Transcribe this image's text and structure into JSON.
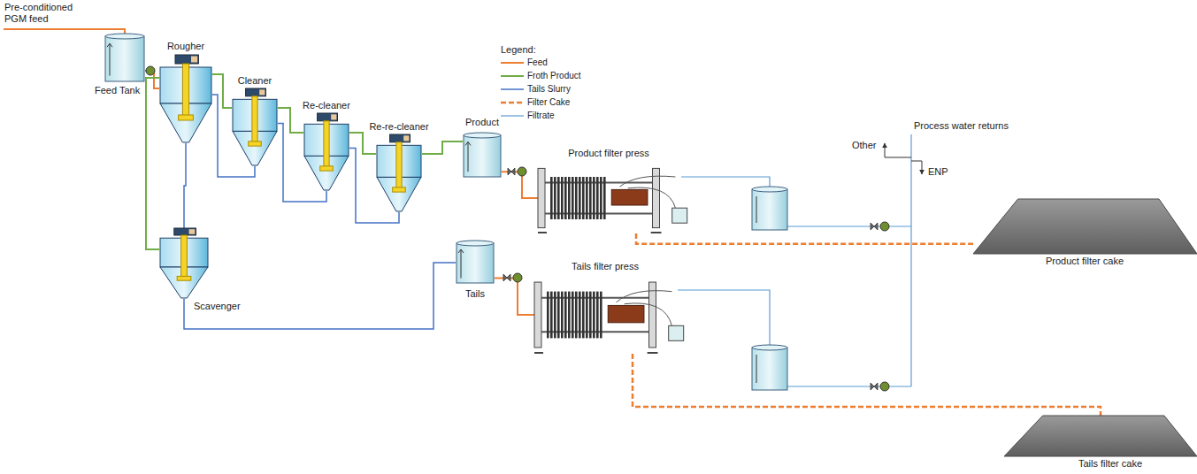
{
  "diagram": {
    "nodes": [
      {
        "text": [
          "Feed Tank"
        ]
      },
      {
        "text": [
          "Rougher"
        ]
      },
      {
        "text": [
          "Cleaner"
        ]
      },
      {
        "text": [
          "Re-cleaner"
        ]
      },
      {
        "text": [
          "Re-re-cleaner"
        ]
      },
      {
        "text": [
          "Product"
        ]
      },
      {
        "text": [
          "Scavenger"
        ]
      },
      {
        "text": [
          "Tails"
        ]
      },
      {
        "text": [
          "Product filter press"
        ]
      },
      {
        "text": [
          "Tails filter press"
        ]
      },
      {
        "text": [
          "Product filter cake"
        ]
      },
      {
        "text": [
          "Tails filter cake"
        ]
      }
    ],
    "edges": [
      {
        "from": 0,
        "to": 1,
        "arrow": "none"
      },
      {
        "from": 1,
        "to": 2,
        "arrow": "none"
      },
      {
        "from": 2,
        "to": 3,
        "arrow": "none"
      },
      {
        "from": 3,
        "to": 4,
        "arrow": "none"
      },
      {
        "from": 4,
        "to": 5,
        "arrow": "none"
      },
      {
        "from": 1,
        "to": 6,
        "arrow": "none"
      },
      {
        "from": 6,
        "to": 1,
        "arrow": "none"
      },
      {
        "from": 2,
        "to": 1,
        "arrow": "none"
      },
      {
        "from": 3,
        "to": 2,
        "arrow": "none"
      },
      {
        "from": 4,
        "to": 3,
        "arrow": "none"
      },
      {
        "from": 6,
        "to": 7,
        "arrow": "none"
      },
      {
        "from": 5,
        "to": 8,
        "arrow": "none"
      },
      {
        "from": 7,
        "to": 9,
        "arrow": "none"
      },
      {
        "from": 8,
        "to": 10,
        "arrow": "none"
      },
      {
        "from": 9,
        "to": 11,
        "arrow": "none"
      }
    ],
    "labels": [
      "Pre-conditioned PGM feed",
      "Legend:",
      "Process water returns",
      "Other",
      "ENP"
    ],
    "legend": [
      {
        "text": "Feed"
      },
      {
        "text": "Froth Product"
      },
      {
        "text": "Tails Slurry"
      },
      {
        "text": "Filter Cake"
      },
      {
        "text": "Filtrate"
      }
    ]
  }
}
